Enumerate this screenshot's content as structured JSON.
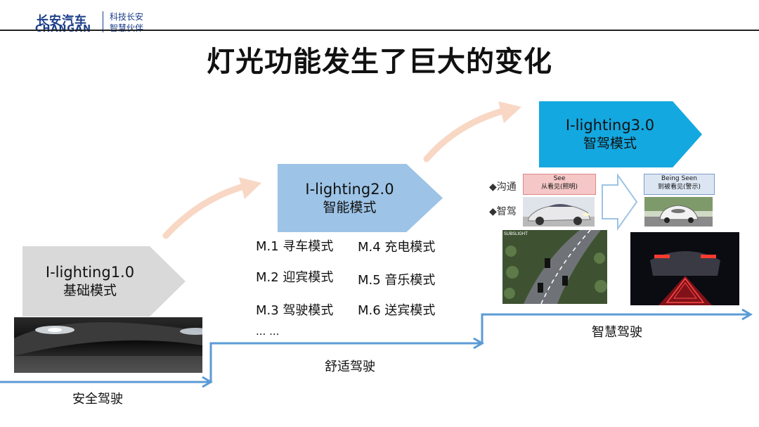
{
  "header": {
    "brand_cn": "长安汽车",
    "brand_en": "CHANGAN",
    "slogan_line1": "科技长安",
    "slogan_line2": "智慧伙伴"
  },
  "title": "灯光功能发生了巨大的变化",
  "stages": [
    {
      "name": "I-lighting1.0",
      "subtitle": "基础模式",
      "color": "#d9d9d9"
    },
    {
      "name": "I-lighting2.0",
      "subtitle": "智能模式",
      "color": "#9dc3e6"
    },
    {
      "name": "I-lighting3.0",
      "subtitle": "智驾模式",
      "color": "#13a8e0"
    }
  ],
  "modes": [
    "M.1 寻车模式",
    "M.4 充电模式",
    "M.2 迎宾模式",
    "M.5 音乐模式",
    "M.3 驾驶模式",
    "M.6 送宾模式",
    "... ..."
  ],
  "captions": {
    "step1": "安全驾驶",
    "step2": "舒适驾驶",
    "step3": "智慧驾驶"
  },
  "comm": {
    "label_comm": "◆沟通",
    "label_drive": "◆智驾",
    "see_title": "See",
    "see_sub": "从看见(照明)",
    "seen_title": "Being Seen",
    "seen_sub": "到被看见(警示)",
    "road_label": "SUBSLIGHT"
  },
  "colors": {
    "staircase": "#5b9bd5",
    "curve_arrow": "#f8cbad",
    "brand": "#1b3e8a"
  }
}
